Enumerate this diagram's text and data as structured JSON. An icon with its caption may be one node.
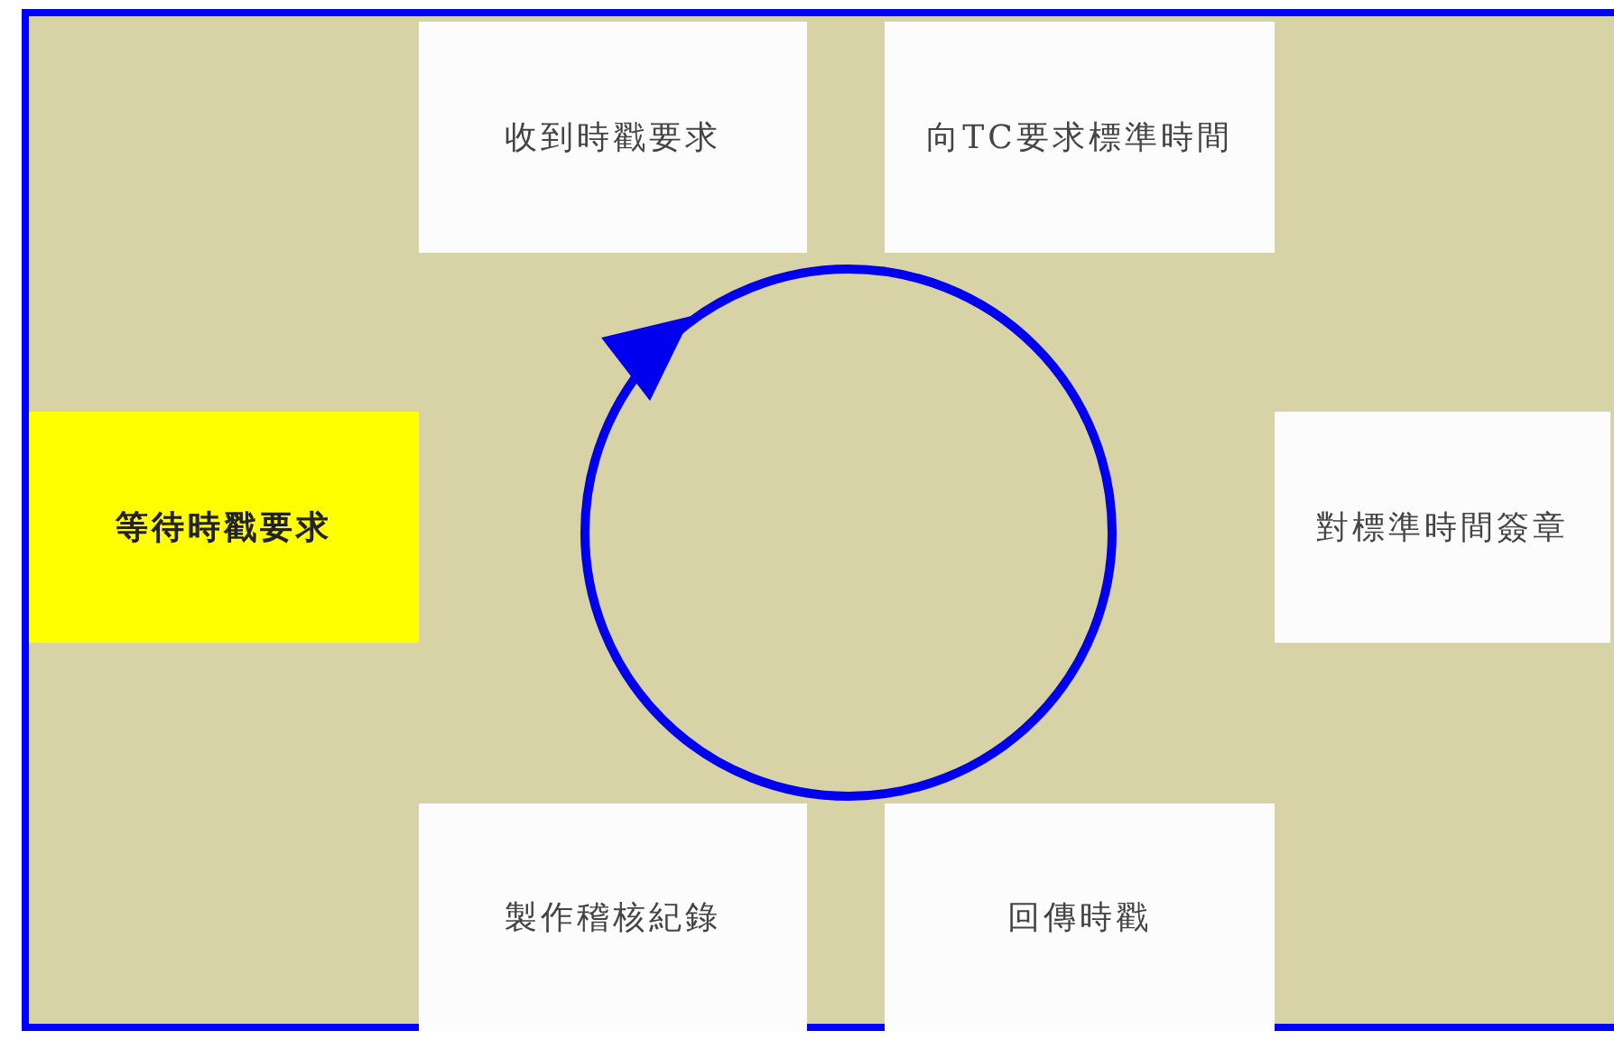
{
  "diagram": {
    "nodes": [
      {
        "text": [
          "收到時戳要求"
        ]
      },
      {
        "text": [
          "向TC要求標準時間"
        ]
      },
      {
        "text": [
          "等待時戳要求"
        ]
      },
      {
        "text": [
          "對標準時間簽章"
        ]
      },
      {
        "text": [
          "製作稽核紀錄"
        ]
      },
      {
        "text": [
          "回傳時戳"
        ]
      }
    ]
  }
}
